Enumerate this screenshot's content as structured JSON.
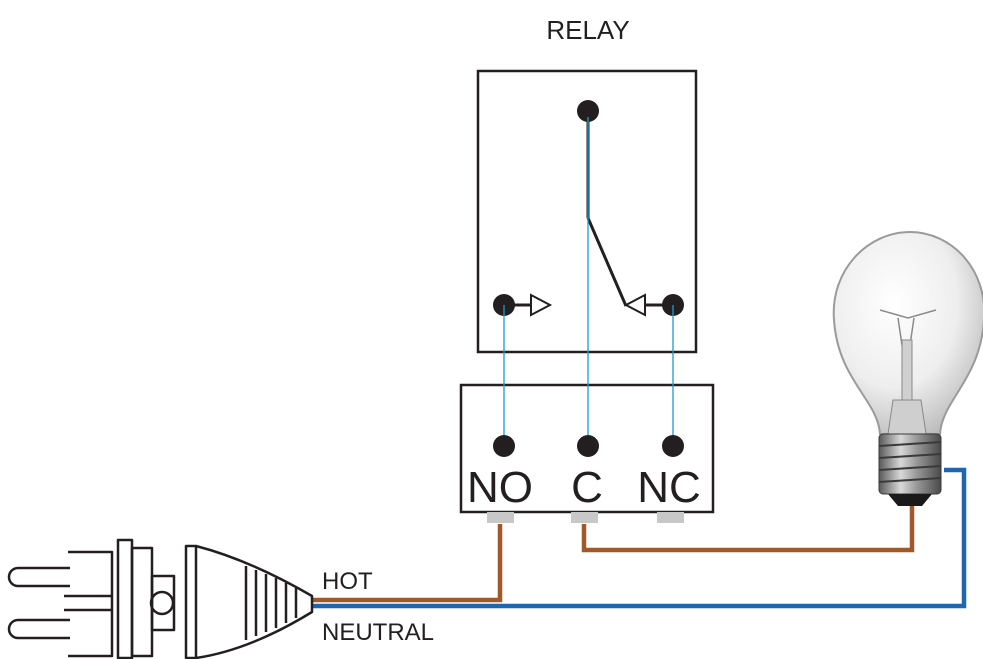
{
  "title": "RELAY",
  "terminals": {
    "no": "NO",
    "c": "C",
    "nc": "NC"
  },
  "wires": {
    "hot": "HOT",
    "neutral": "NEUTRAL"
  },
  "colors": {
    "hot_wire": "#a0592a",
    "neutral_wire": "#1f66b1",
    "relay_internal_wire": "#1c9ad6",
    "outline": "#231f20",
    "terminal_pin": "#c8c8c8"
  },
  "icons": {
    "plug": "power-plug-icon",
    "bulb": "light-bulb-icon"
  }
}
